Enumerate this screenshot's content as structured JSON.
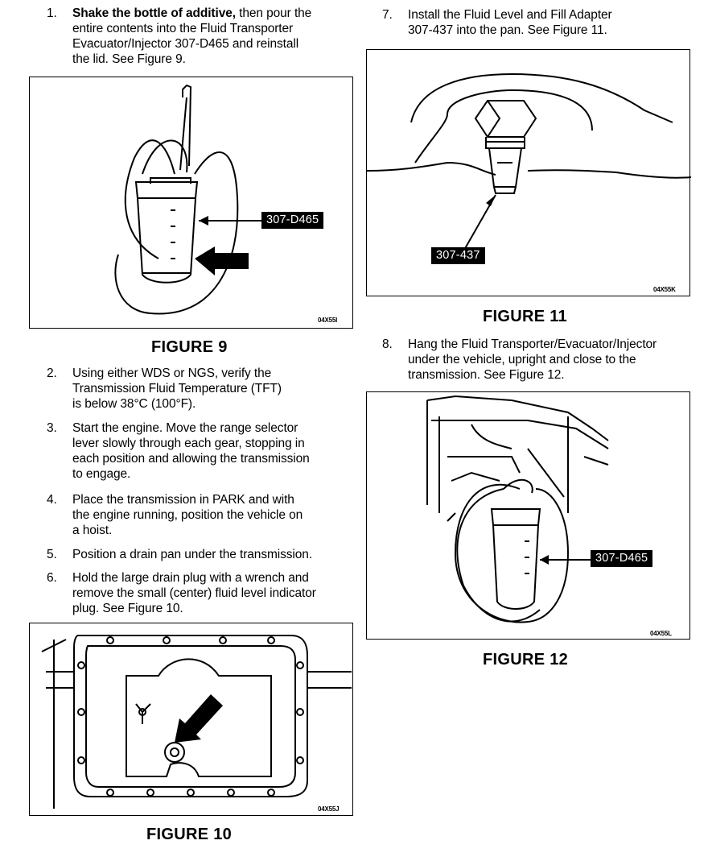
{
  "steps": [
    {
      "num": "1.",
      "bold": "Shake the bottle of additive,",
      "rest": " then pour the\nentire contents into the Fluid Transporter\nEvacuator/Injector 307-D465 and  reinstall\nthe lid.  See Figure 9."
    },
    {
      "num": "2.",
      "bold": "",
      "rest": "Using either WDS or NGS, verify the\nTransmission Fluid Temperature (TFT)\nis below 38°C (100°F)."
    },
    {
      "num": "3.",
      "bold": "",
      "rest": "Start the engine.  Move the range selector\nlever slowly through each gear, stopping in\neach position and allowing the transmission\nto engage."
    },
    {
      "num": "4.",
      "bold": "",
      "rest": "Place the transmission in PARK and with\nthe engine running, position the vehicle on\na hoist."
    },
    {
      "num": "5.",
      "bold": "",
      "rest": "Position a drain pan under the transmission."
    },
    {
      "num": "6.",
      "bold": "",
      "rest": "Hold the large drain plug with a wrench and\nremove the small (center) fluid level indicator\nplug.  See Figure 10."
    },
    {
      "num": "7.",
      "bold": "",
      "rest": "Install the Fluid Level and Fill Adapter\n307-437 into the pan.  See Figure 11."
    },
    {
      "num": "8.",
      "bold": "",
      "rest": "Hang the Fluid Transporter/Evacuator/Injector\nunder the vehicle, upright and close to the\ntransmission.  See Figure 12."
    }
  ],
  "figures": {
    "fig9": {
      "caption": "FIGURE 9",
      "code": "04X55I",
      "tag": "307-D465"
    },
    "fig10": {
      "caption": "FIGURE 10",
      "code": "04X55J"
    },
    "fig11": {
      "caption": "FIGURE 11",
      "code": "04X55K",
      "tag": "307-437"
    },
    "fig12": {
      "caption": "FIGURE 12",
      "code": "04X55L",
      "tag": "307-D465"
    }
  }
}
